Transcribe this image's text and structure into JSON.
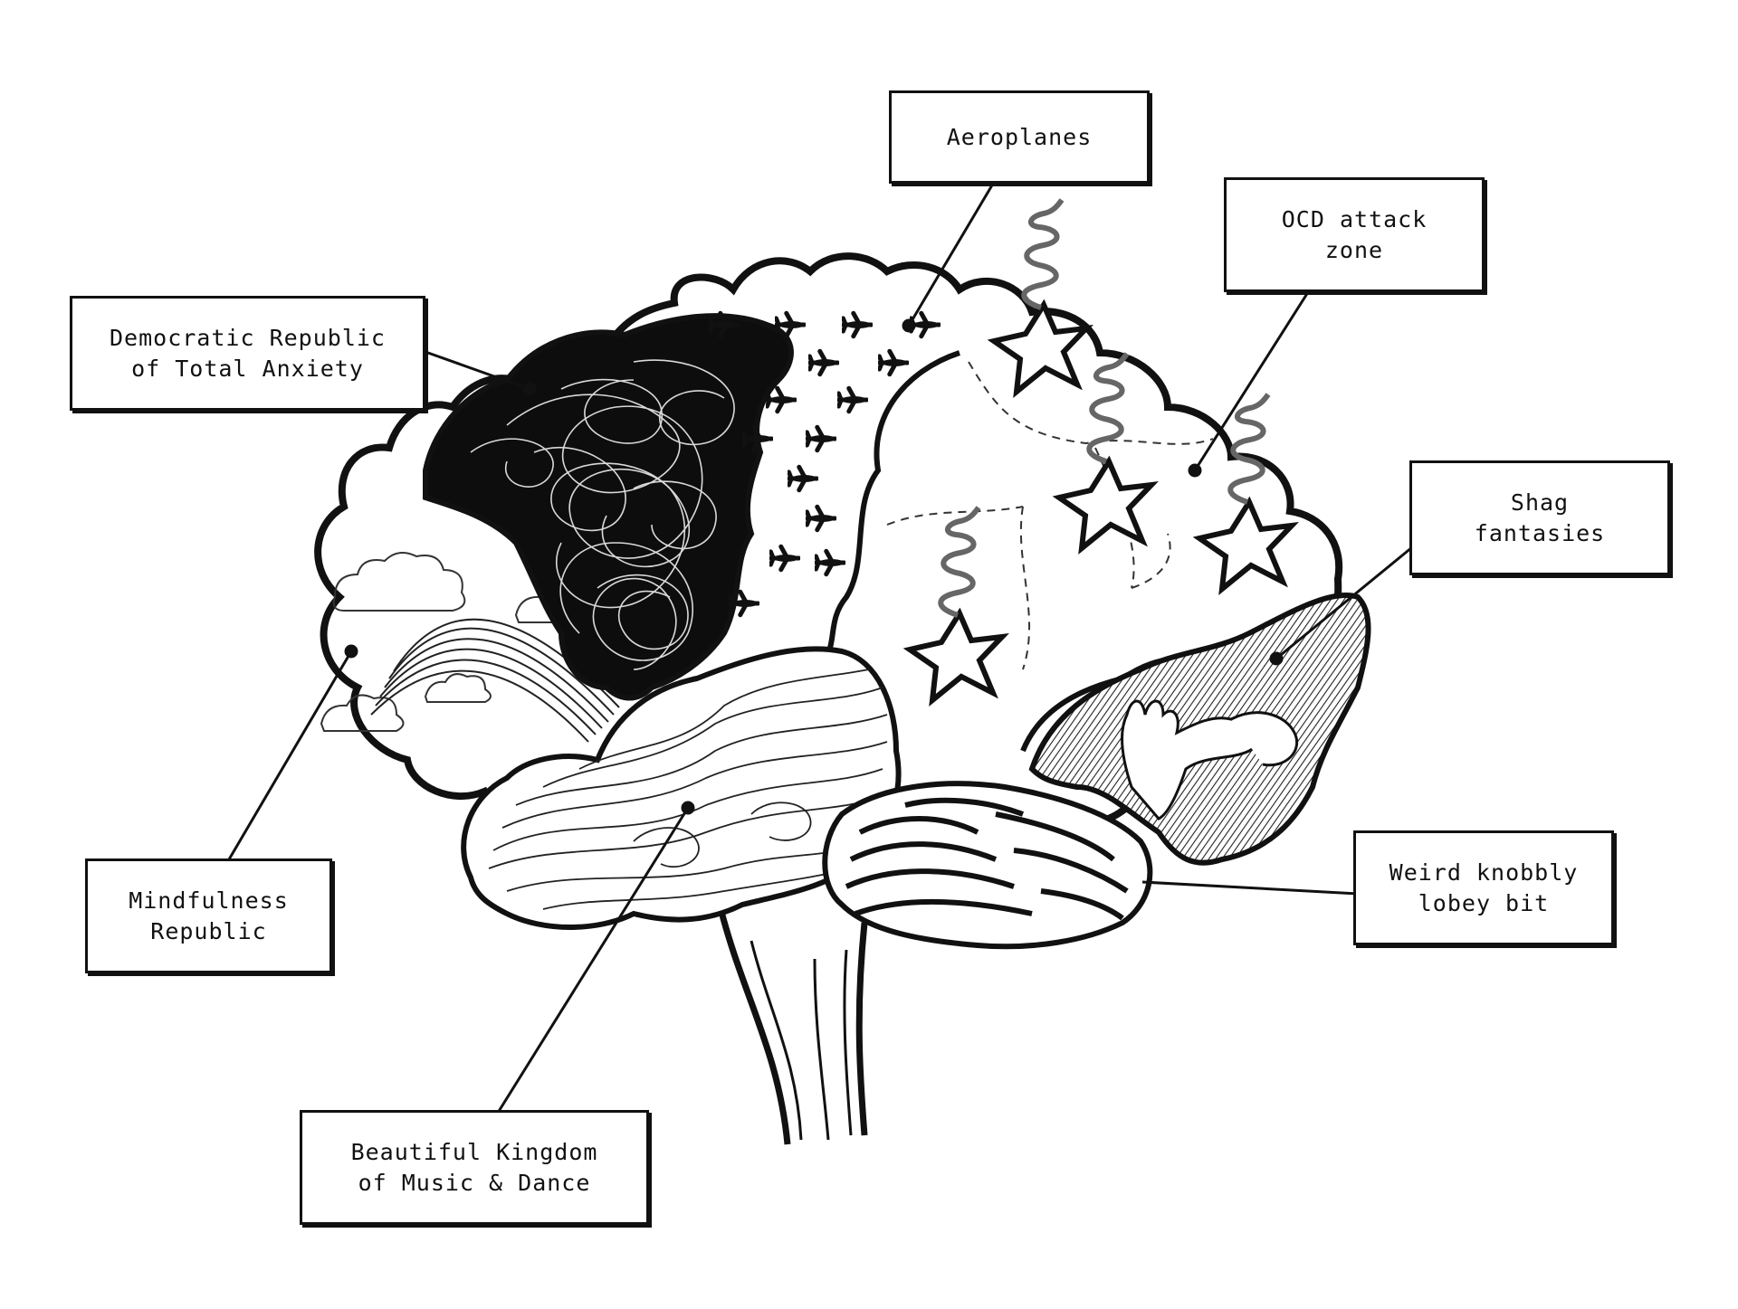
{
  "labels": {
    "aeroplanes": "Aeroplanes",
    "ocd": "OCD attack\n zone",
    "anxiety": "Democratic Republic\n of Total Anxiety",
    "shag": "Shag\nfantasies",
    "mindfulness": "Mindfulness\n Republic",
    "weird": "Weird knobbly\nlobey bit",
    "music": "Beautiful Kingdom\nof Music & Dance"
  }
}
